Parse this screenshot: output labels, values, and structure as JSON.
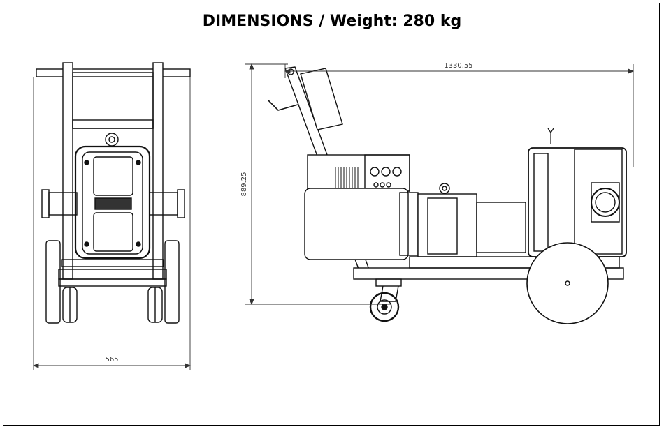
{
  "title": "DIMENSIONS / Weight: 280 kg",
  "dimensions": {
    "front_width": "565",
    "side_length": "1330.55",
    "side_height": "889.25"
  },
  "views": [
    "front-view",
    "side-view"
  ]
}
